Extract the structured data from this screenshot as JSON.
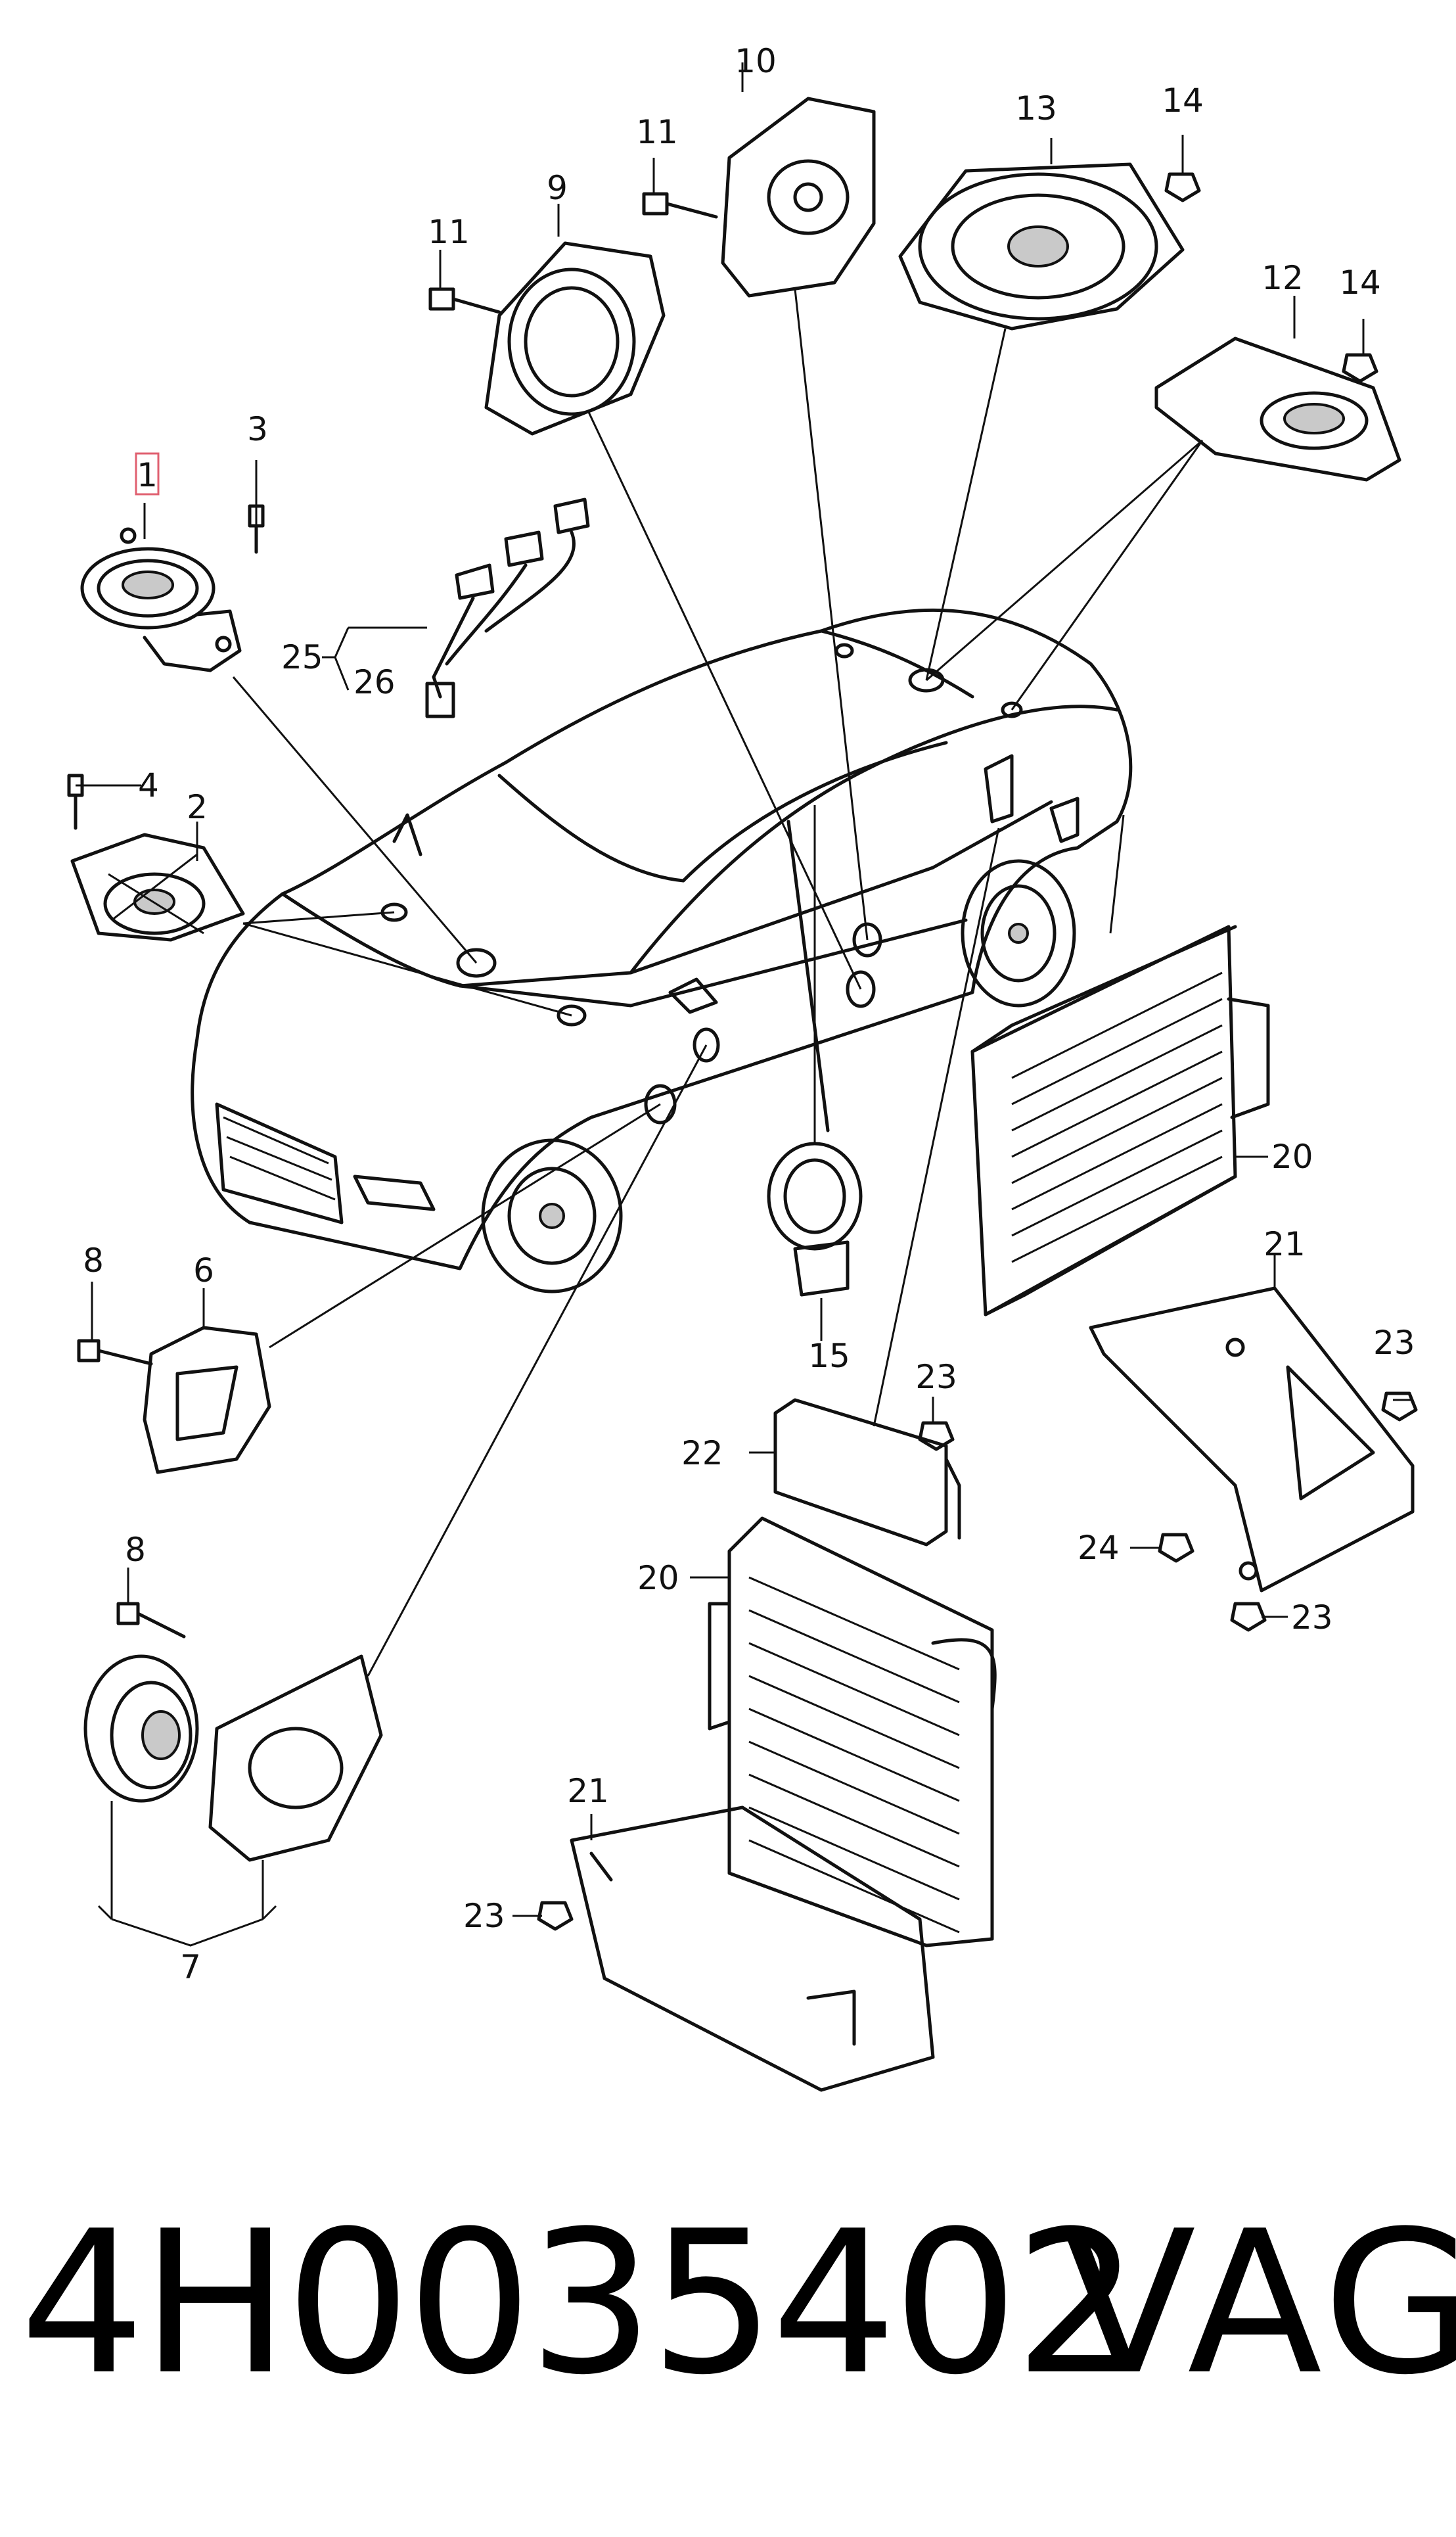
{
  "diagram": {
    "callouts": [
      "1",
      "2",
      "3",
      "4",
      "6",
      "7",
      "8",
      "8",
      "9",
      "10",
      "11",
      "11",
      "12",
      "13",
      "14",
      "14",
      "15",
      "20",
      "20",
      "21",
      "21",
      "22",
      "23",
      "23",
      "23",
      "23",
      "24",
      "25",
      "26"
    ],
    "highlighted_callout": "1"
  },
  "footer": {
    "part_number": "4H0035402",
    "brand": "VAG"
  },
  "colors": {
    "line": "#111111",
    "highlight_box": "#e06070"
  }
}
